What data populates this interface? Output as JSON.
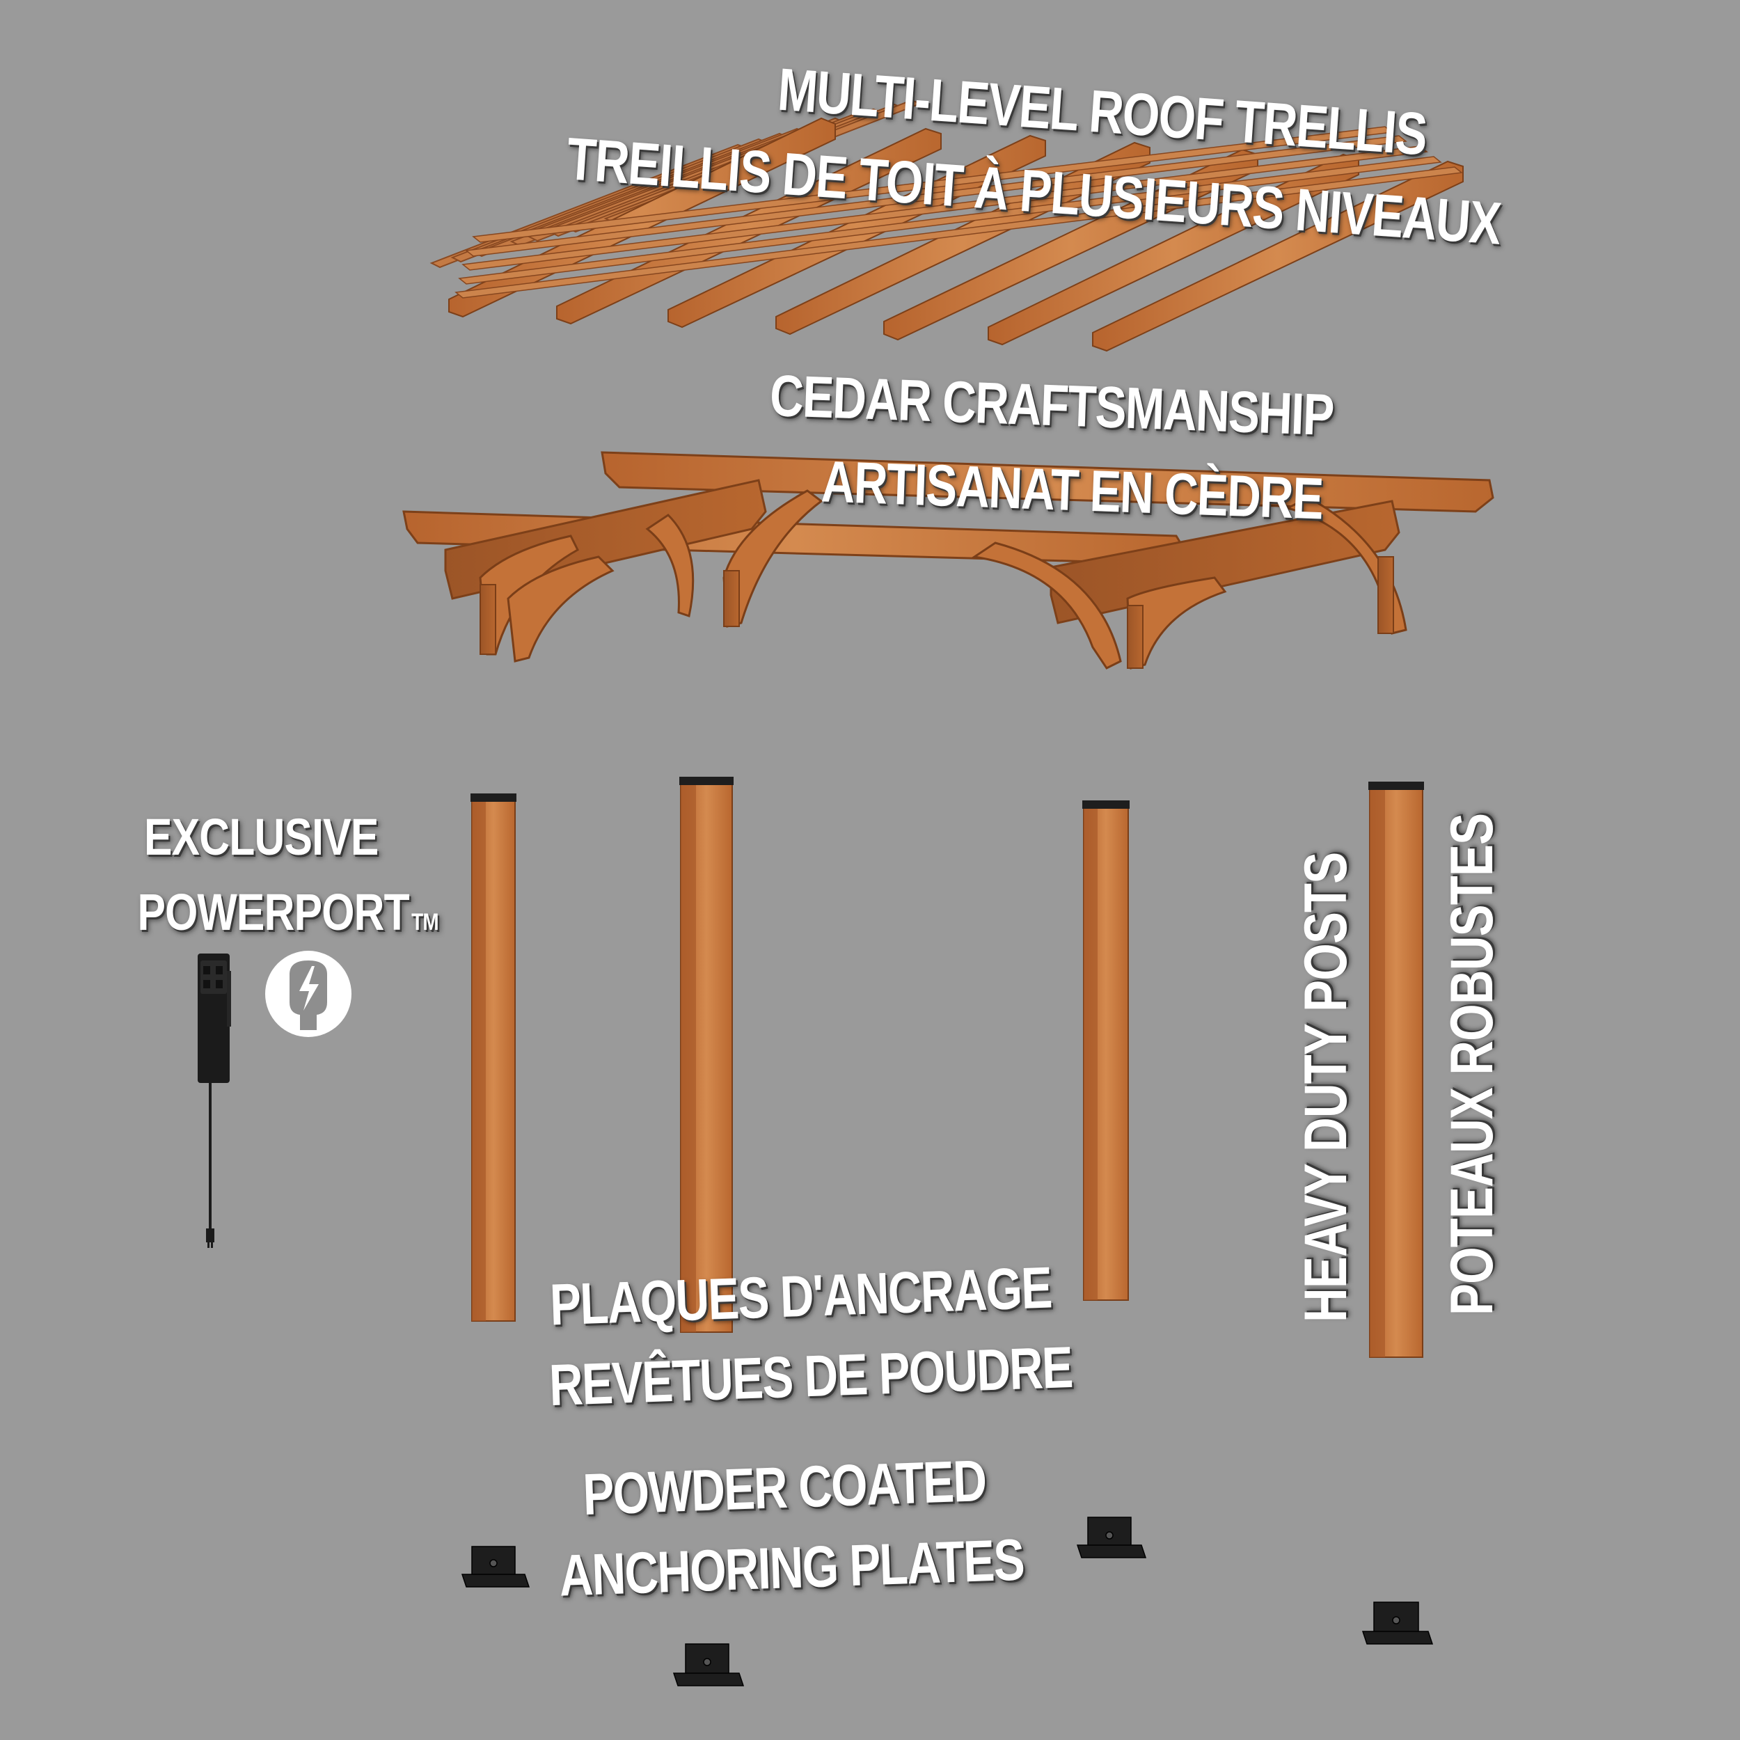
{
  "roof": {
    "line1": "MULTI-LEVEL ROOF TRELLIS",
    "line2": "TREILLIS DE TOIT À PLUSIEURS NIVEAUX"
  },
  "frame": {
    "line1": "CEDAR CRAFTSMANSHIP",
    "line2": "ARTISANAT EN CÈDRE"
  },
  "powerport": {
    "line1": "EXCLUSIVE",
    "line2": "POWERPORT",
    "trademark": "TM",
    "icon": "plug-lightning-icon"
  },
  "posts": {
    "line1": "HEAVY DUTY POSTS",
    "line2": "POTEAUX ROBUSTES"
  },
  "plates": {
    "fr_line1": "PLAQUES D'ANCRAGE",
    "fr_line2": "REVÊTUES DE POUDRE",
    "en_line1": "POWDER COATED",
    "en_line2": "ANCHORING PLATES"
  },
  "colors": {
    "background": "#9a9a9a",
    "cedar": "#c7773f",
    "cedar_dark": "#8c4a22",
    "metal": "#1e1e1e",
    "text": "#ffffff"
  }
}
